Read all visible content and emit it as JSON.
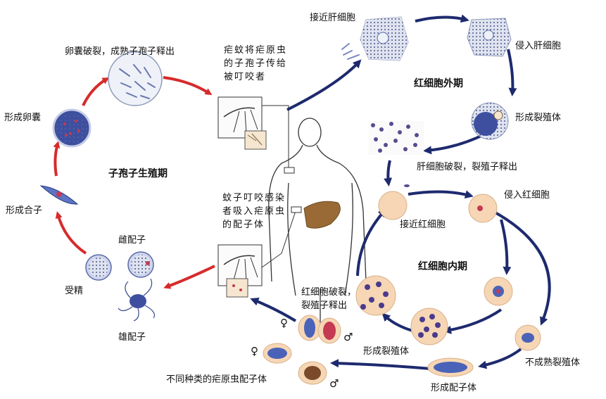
{
  "labels": {
    "oocyst_rupture": "卵囊破裂，成熟子孢子释出",
    "oocyst_form": "形成卵囊",
    "zygote_form": "形成合子",
    "fertilization": "受精",
    "female_gamete": "雌配子",
    "male_gamete": "雄配子",
    "sporogony": "子孢子生殖期",
    "mosquito_inject": "疟蚊将疟原虫的子孢子传给被叮咬者",
    "mosquito_ingest": "蚊子叮咬感染者吸入疟原虫的配子体",
    "approach_liver": "接近肝细胞",
    "invade_liver": "侵入肝细胞",
    "exo_erythrocytic": "红细胞外期",
    "schizont_liver": "形成裂殖体",
    "liver_rupture": "肝细胞破裂，裂殖子释出",
    "approach_rbc": "接近红细胞",
    "invade_rbc": "侵入红细胞",
    "erythrocytic": "红细胞内期",
    "rbc_rupture": "红细胞破裂，裂殖子释出",
    "schizont_rbc": "形成裂殖体",
    "immature_schizont": "不成熟裂殖体",
    "gametocyte_form": "形成配子体",
    "gametocyte_types": "不同种类的疟原虫配子体",
    "female_symbol": "♀",
    "male_symbol": "♂"
  },
  "colors": {
    "sporogony_arrow": "#d62b2b",
    "human_arrow": "#1e2a6e",
    "rbc_fill": "#f6d6b4",
    "parasite_blue": "#4a63b8",
    "parasite_red": "#c43a52",
    "liver": "#9a6a36"
  }
}
